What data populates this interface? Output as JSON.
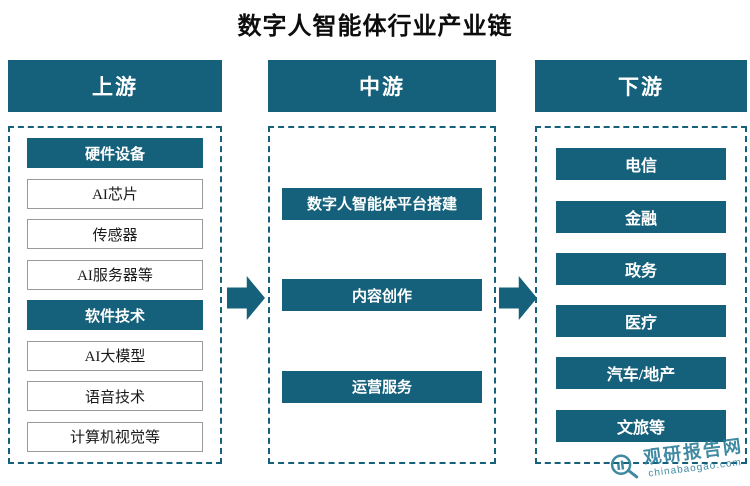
{
  "title": "数字人智能体行业产业链",
  "colors": {
    "primary": "#15607a",
    "outline_border": "#9a9a9a",
    "watermark": "#2c7d99"
  },
  "columns": [
    {
      "header": "上游",
      "items": [
        {
          "label": "硬件设备",
          "type": "filled"
        },
        {
          "label": "AI芯片",
          "type": "outline"
        },
        {
          "label": "传感器",
          "type": "outline"
        },
        {
          "label": "AI服务器等",
          "type": "outline"
        },
        {
          "label": "软件技术",
          "type": "filled"
        },
        {
          "label": "AI大模型",
          "type": "outline"
        },
        {
          "label": "语音技术",
          "type": "outline"
        },
        {
          "label": "计算机视觉等",
          "type": "outline"
        }
      ]
    },
    {
      "header": "中游",
      "items": [
        {
          "label": "数字人智能体平台搭建",
          "type": "filled"
        },
        {
          "label": "内容创作",
          "type": "filled"
        },
        {
          "label": "运营服务",
          "type": "filled"
        }
      ]
    },
    {
      "header": "下游",
      "items": [
        {
          "label": "电信",
          "type": "filled"
        },
        {
          "label": "金融",
          "type": "filled"
        },
        {
          "label": "政务",
          "type": "filled"
        },
        {
          "label": "医疗",
          "type": "filled"
        },
        {
          "label": "汽车/地产",
          "type": "filled"
        },
        {
          "label": "文旅等",
          "type": "filled"
        }
      ]
    }
  ],
  "watermark": {
    "brand": "观研报告网",
    "site": "chinabaogao.com"
  }
}
